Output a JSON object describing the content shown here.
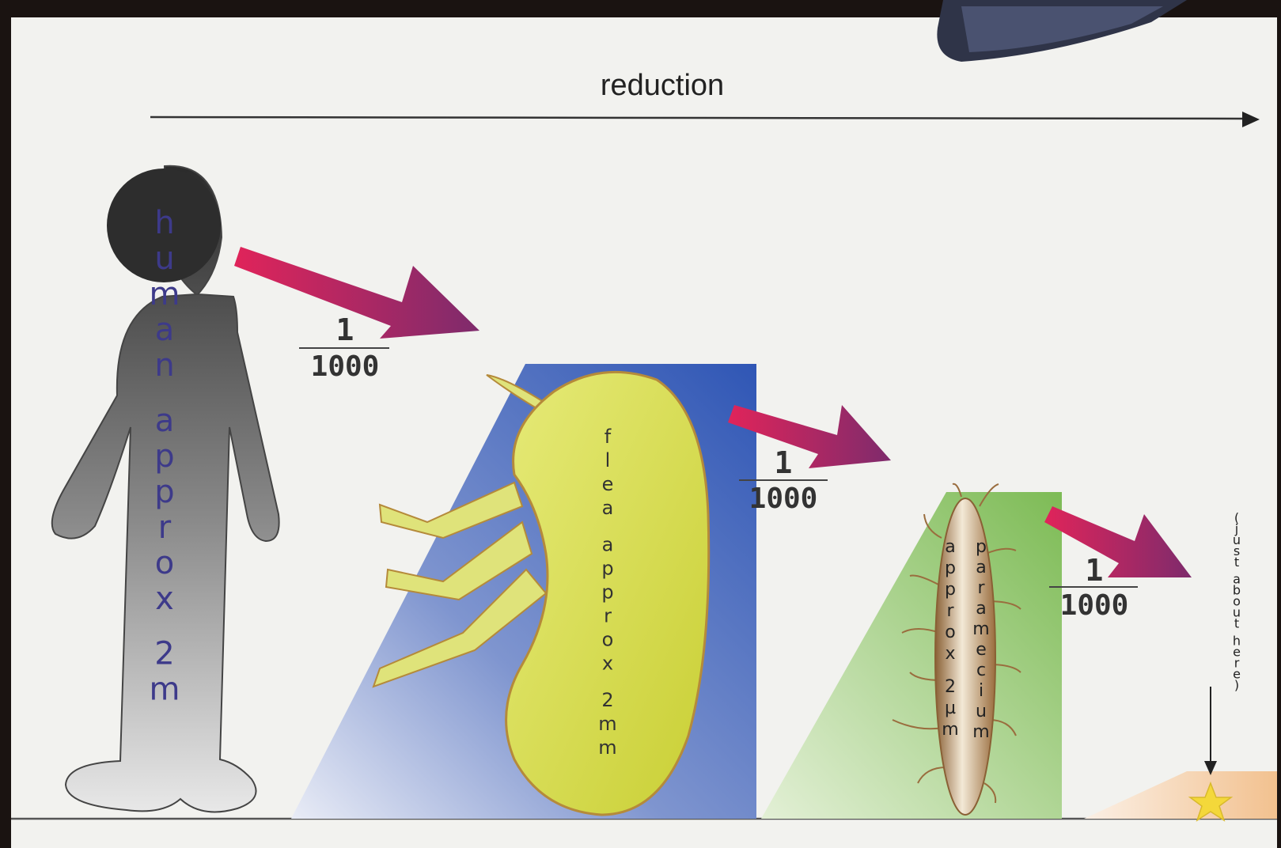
{
  "title": "reduction",
  "colors": {
    "page_bg": "#f2f2ef",
    "frame": "#1a1311",
    "arrow_pink": "#e0245a",
    "arrow_purple": "#8a2d6e",
    "flea_body": "#d4d84a",
    "flea_bg": "#3f5fb0",
    "paramecium_bg": "#8fc46a",
    "paramecium_body": "#b78a57",
    "star": "#f4d83a",
    "star_bg": "#f3c69a"
  },
  "scale_steps": [
    {
      "numerator": "1",
      "denominator": "1000"
    },
    {
      "numerator": "1",
      "denominator": "1000"
    },
    {
      "numerator": "1",
      "denominator": "1000"
    }
  ],
  "labels": {
    "human": "human approx 2m",
    "flea": "flea approx 2mm",
    "paramecium_name": "paramecium",
    "paramecium_size": "approx 2µm",
    "star": "(just about here)"
  },
  "icons": {
    "human": "human-silhouette-icon",
    "flea": "flea-icon",
    "paramecium": "paramecium-icon",
    "star": "star-icon"
  }
}
